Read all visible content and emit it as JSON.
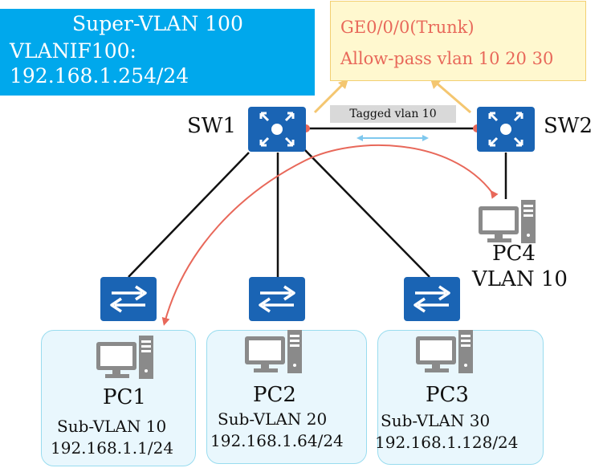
{
  "super_vlan": {
    "title": "Super-VLAN 100",
    "vlanif": "VLANIF100:",
    "ip": "192.168.1.254/24"
  },
  "trunk": {
    "line1": "GE0/0/0(Trunk)",
    "line2": "Allow-pass vlan 10 20 30"
  },
  "tagged_label": "Tagged vlan 10",
  "switches": {
    "sw1": "SW1",
    "sw2": "SW2"
  },
  "pc4": {
    "name": "PC4",
    "vlan": "VLAN 10"
  },
  "pcs": [
    {
      "name": "PC1",
      "subvlan": "Sub-VLAN 10",
      "ip": "192.168.1.1/24"
    },
    {
      "name": "PC2",
      "subvlan": "Sub-VLAN 20",
      "ip": "192.168.1.64/24"
    },
    {
      "name": "PC3",
      "subvlan": "Sub-VLAN 30",
      "ip": "192.168.1.128/24"
    }
  ],
  "colors": {
    "super_box": "#00a8ec",
    "trunk_box_bg": "#fff8cf",
    "trunk_text": "#e8685a",
    "switch_blue": "#1a64b4",
    "port_dot": "#e8685a",
    "tagged_arrow": "#7fc8ee",
    "flow_arrow": "#e8685a",
    "callout_arrow": "#f4c670"
  }
}
